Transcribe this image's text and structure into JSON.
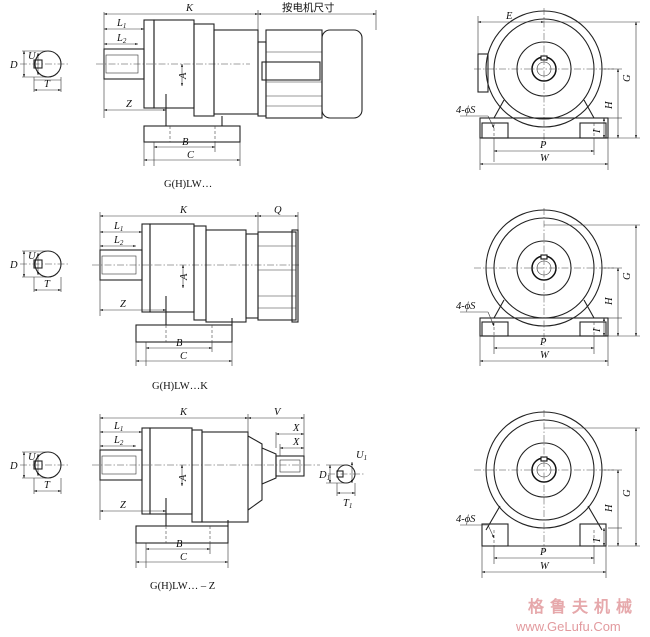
{
  "captions": {
    "standard": "G(H)LW…",
    "k_type": "G(H)LW…K",
    "z_type": "G(H)LW… – Z"
  },
  "dimensions": {
    "K": "K",
    "L1": "L",
    "L1_sub": "1",
    "L2": "L",
    "L2_sub": "2",
    "Z": "Z",
    "A": "A",
    "B": "B",
    "C": "C",
    "D": "D",
    "U": "U",
    "T": "T",
    "E": "E",
    "G": "G",
    "H": "H",
    "I": "I",
    "P": "P",
    "W": "W",
    "S4": "4-ϕS",
    "Q": "Q",
    "V": "V",
    "X": "X",
    "D1": "D",
    "D1_sub": "1",
    "T1": "T",
    "T1_sub": "1",
    "U1": "U",
    "U1_sub": "1"
  },
  "notes": {
    "motor_size": "按电机尺寸"
  },
  "watermark": {
    "chinese": "格鲁夫机械",
    "url": "www.GeLufu.Com"
  }
}
